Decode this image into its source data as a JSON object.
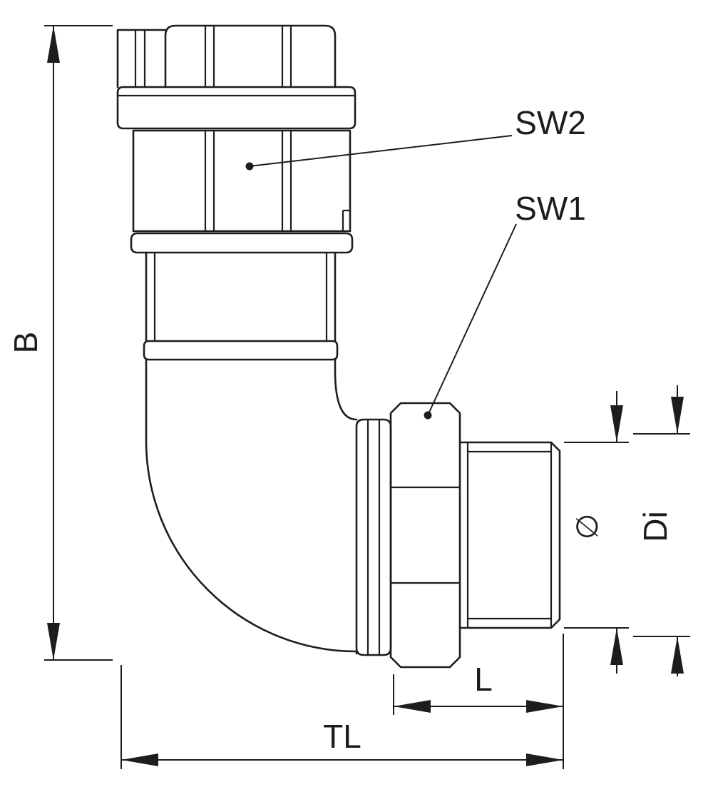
{
  "drawing": {
    "background": "#ffffff",
    "line_color": "#1d1d1b",
    "labels": {
      "b": "B",
      "tl": "TL",
      "l": "L",
      "sw1": "SW1",
      "sw2": "SW2",
      "diameter": "∅",
      "di": "Di"
    }
  }
}
